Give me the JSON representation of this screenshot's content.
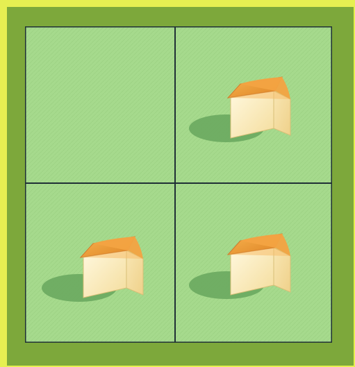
{
  "diagram": {
    "grid": {
      "rows": 2,
      "cols": 2,
      "border_color": "#1f2f35",
      "fill_color": "#a5d98c",
      "frame_color": "#7da83b",
      "outer_color": "#e6ef52"
    },
    "cells": [
      {
        "id": "top-left",
        "houses": 0
      },
      {
        "id": "top-right",
        "houses": 1
      },
      {
        "id": "bottom-left",
        "houses": 1
      },
      {
        "id": "bottom-right",
        "houses": 1
      }
    ],
    "house": {
      "roof_color": "#f0a042",
      "wall_front_color": "#fff2c7",
      "wall_side_color": "#f7dfa1",
      "shadow_color": "#6fa964"
    }
  }
}
